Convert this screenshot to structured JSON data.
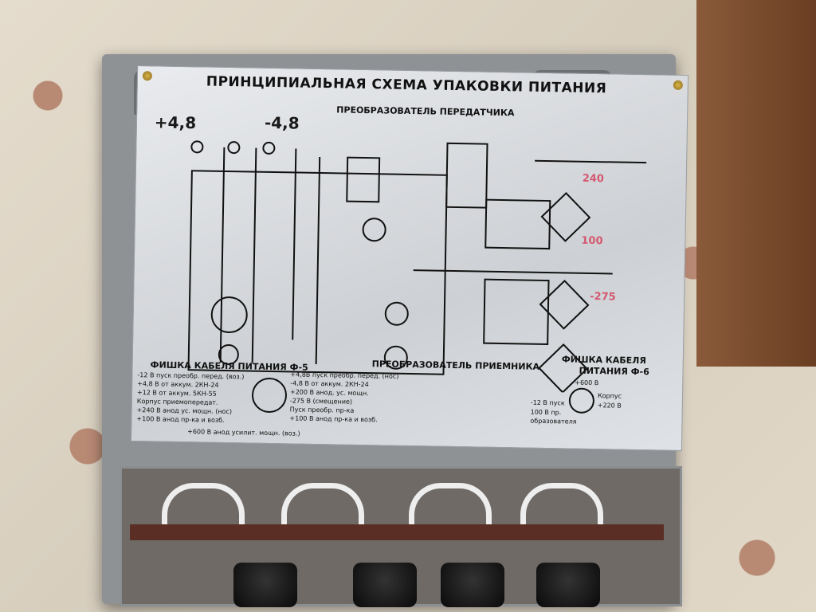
{
  "plate": {
    "title": "ПРИНЦИПИАЛЬНАЯ СХЕМА УПАКОВКИ ПИТАНИЯ",
    "transmitter_converter": "ПРЕОБРАЗОВАТЕЛЬ ПЕРЕДАТЧИКА",
    "receiver_converter": "ПРЕОБРАЗОВАТЕЛЬ ПРИЕМНИКА",
    "cable_f5": "ФИШКА КАБЕЛЯ ПИТАНИЯ Ф-5",
    "cable_f6_line1": "ФИШКА КАБЕЛЯ",
    "cable_f6_line2": "ПИТАНИЯ Ф-6",
    "f5_left": [
      "-12 В пуск преобр. перед. (воз.)",
      "+4,8 В от аккум. 2КН-24",
      "+12 В от аккум. 5КН-55",
      "Корпус приемопередат.",
      "+240 В анод ус. мощн. (нос)",
      "+100 В анод пр-ка и возб."
    ],
    "f5_right": [
      "+4,8В пуск преобр. перед. (нос)",
      "-4,8 В от аккум. 2КН-24",
      "+200 В анод. ус. мощн.",
      "-275 В (смещение)",
      "Пуск преобр. пр-ка",
      "+100 В анод пр-ка и возб."
    ],
    "f5_bottom": "+600 В анод усилит. мощн. (воз.)",
    "f6_labels": [
      "+600 В",
      "Корпус",
      "-12 В пуск",
      "+220 В",
      "100 В пр. образователя"
    ]
  },
  "handwriting": {
    "plus": "+4,8",
    "minus": "-4,8",
    "v240": "240",
    "v100": "100",
    "v275": "-275"
  }
}
